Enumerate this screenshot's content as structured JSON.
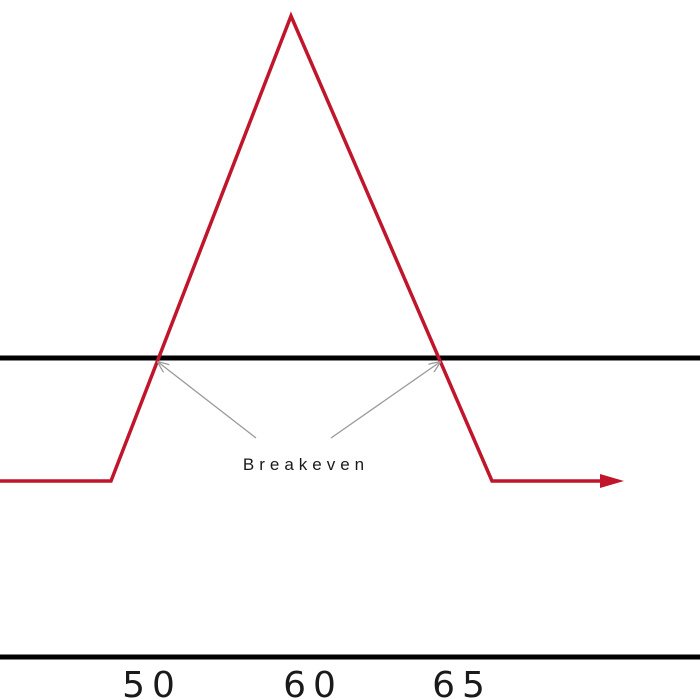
{
  "diagram": {
    "payoff_line_color": "#c0162b",
    "axis_line_color": "#000000",
    "arrow_color": "#9a9a9a",
    "annotation": {
      "label": "Breakeven"
    },
    "strikes": [
      {
        "label": "50",
        "value": 50
      },
      {
        "label": "60",
        "value": 60
      },
      {
        "label": "65",
        "value": 65
      }
    ]
  }
}
